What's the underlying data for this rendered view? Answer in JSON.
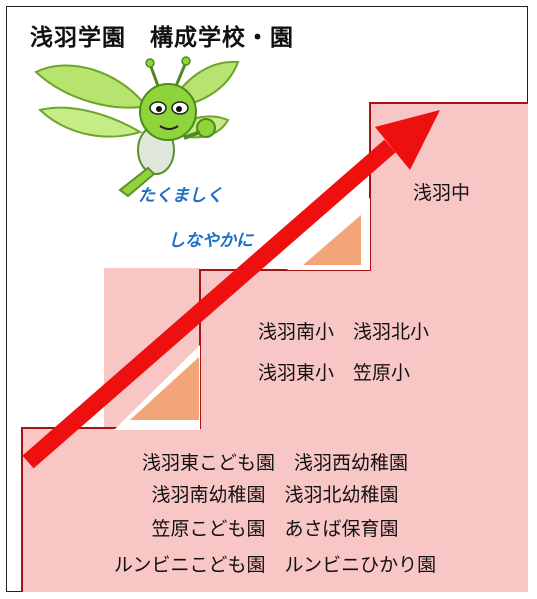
{
  "title": "浅羽学園　構成学校・園",
  "slogan": {
    "line1": "たくましく",
    "line2": "しなやかに"
  },
  "tiers": {
    "top": {
      "schools": [
        "浅羽中"
      ]
    },
    "middle": {
      "rows": [
        "浅羽南小　浅羽北小",
        "浅羽東小　笠原小"
      ]
    },
    "bottom": {
      "rows": [
        "浅羽東こども園　浅羽西幼稚園",
        "浅羽南幼稚園　浅羽北幼稚園",
        "笠原こども園　あさば保育園",
        "ルンビニこども園　ルンビニひかり園"
      ]
    }
  },
  "colors": {
    "stair_fill": "#f9c6c6",
    "stair_outline": "#a31515",
    "arrow": "#ee0f0f",
    "triangle": "#f2a579",
    "slogan": "#1b6fc4",
    "mascot_body": "#8ed43a"
  },
  "icons": {
    "mascot": "green-dragonfly-mascot-icon",
    "arrow": "upward-arrow-icon"
  }
}
